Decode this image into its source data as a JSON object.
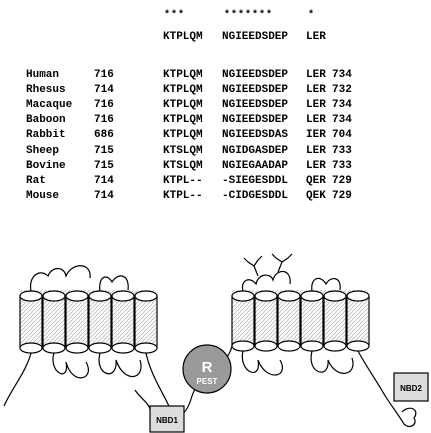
{
  "alignment": {
    "conservation_marks": [
      "***",
      "*******",
      "*"
    ],
    "consensus": [
      "KTPLQM",
      "NGIEEDSDEP",
      "LER"
    ],
    "rows": [
      {
        "species": "Human",
        "start": "716",
        "seg1": "KTPLQM",
        "seg2": "NGIEEDSDEP",
        "seg3": "LER",
        "end": "734"
      },
      {
        "species": "Rhesus",
        "start": "714",
        "seg1": "KTPLQM",
        "seg2": "NGIEEDSDEP",
        "seg3": "LER",
        "end": "732"
      },
      {
        "species": "Macaque",
        "start": "716",
        "seg1": "KTPLQM",
        "seg2": "NGIEEDSDEP",
        "seg3": "LER",
        "end": "734"
      },
      {
        "species": "Baboon",
        "start": "716",
        "seg1": "KTPLQM",
        "seg2": "NGIEEDSDEP",
        "seg3": "LER",
        "end": "734"
      },
      {
        "species": "Rabbit",
        "start": "686",
        "seg1": "KTPLQM",
        "seg2": "NGIEEDSDAS",
        "seg3": "IER",
        "end": "704"
      },
      {
        "species": "Sheep",
        "start": "715",
        "seg1": "KTSLQM",
        "seg2": "NGIDGASDEP",
        "seg3": "LER",
        "end": "733"
      },
      {
        "species": "Bovine",
        "start": "715",
        "seg1": "KTSLQM",
        "seg2": "NGIEGAADAP",
        "seg3": "LER",
        "end": "733"
      },
      {
        "species": "Rat",
        "start": "714",
        "seg1": "KTPL--",
        "seg2": "-SIEGESDDL",
        "seg3": "QER",
        "end": "729"
      },
      {
        "species": "Mouse",
        "start": "714",
        "seg1": "KTPL--",
        "seg2": "-CIDGESDDL",
        "seg3": "QEK",
        "end": "729"
      }
    ]
  },
  "diagram": {
    "r_domain_letter": "R",
    "r_domain_sublabel": "PEST",
    "nbd1_label": "NBD1",
    "nbd2_label": "NBD2"
  },
  "colors": {
    "r_domain_fill": "#9a9a9a",
    "r_domain_text": "#ffffff",
    "nbd_fill": "#dcdcdc",
    "helix_hatch": "#bdbdbd"
  }
}
